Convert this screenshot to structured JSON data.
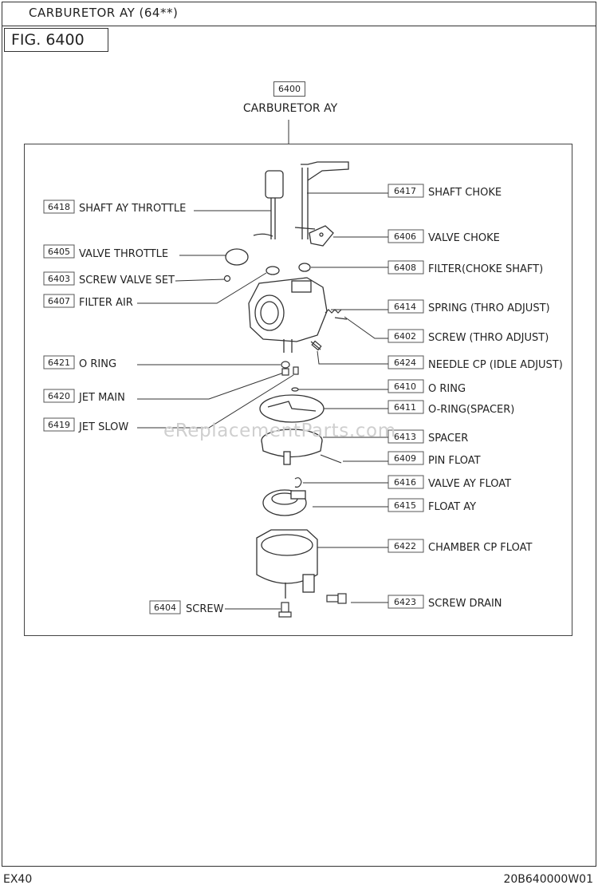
{
  "header": {
    "title": "CARBURETOR AY (64**)",
    "figure": "FIG. 6400"
  },
  "assembly": {
    "number": "6400",
    "name": "CARBURETOR AY"
  },
  "parts_left": [
    {
      "number": "6418",
      "name": "SHAFT AY THROTTLE"
    },
    {
      "number": "6405",
      "name": "VALVE THROTTLE"
    },
    {
      "number": "6403",
      "name": "SCREW VALVE SET"
    },
    {
      "number": "6407",
      "name": "FILTER AIR"
    },
    {
      "number": "6421",
      "name": "O RING"
    },
    {
      "number": "6420",
      "name": "JET MAIN"
    },
    {
      "number": "6419",
      "name": "JET SLOW"
    },
    {
      "number": "6404",
      "name": "SCREW"
    }
  ],
  "parts_right": [
    {
      "number": "6417",
      "name": "SHAFT CHOKE"
    },
    {
      "number": "6406",
      "name": "VALVE CHOKE"
    },
    {
      "number": "6408",
      "name": "FILTER(CHOKE SHAFT)"
    },
    {
      "number": "6414",
      "name": "SPRING (THRO ADJUST)"
    },
    {
      "number": "6402",
      "name": "SCREW (THRO ADJUST)"
    },
    {
      "number": "6424",
      "name": "NEEDLE CP (IDLE ADJUST)"
    },
    {
      "number": "6410",
      "name": "O RING"
    },
    {
      "number": "6411",
      "name": "O-RING(SPACER)"
    },
    {
      "number": "6413",
      "name": "SPACER"
    },
    {
      "number": "6409",
      "name": "PIN FLOAT"
    },
    {
      "number": "6416",
      "name": "VALVE AY FLOAT"
    },
    {
      "number": "6415",
      "name": "FLOAT AY"
    },
    {
      "number": "6422",
      "name": "CHAMBER CP FLOAT"
    },
    {
      "number": "6423",
      "name": "SCREW DRAIN"
    }
  ],
  "watermark": "eReplacementParts.com",
  "footer": {
    "model": "EX40",
    "doc_code": "20B640000W01"
  }
}
